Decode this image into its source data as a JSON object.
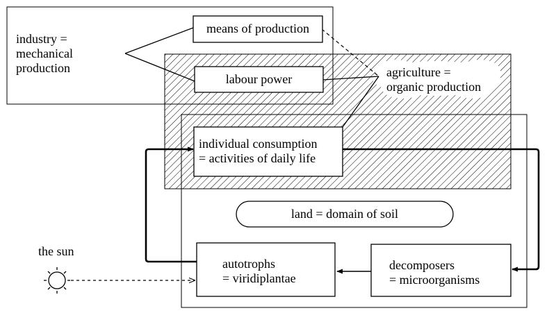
{
  "industry": {
    "line1": "industry =",
    "line2": "mechanical",
    "line3": "production"
  },
  "means_of_production": "means of production",
  "labour_power": "labour power",
  "agriculture": {
    "line1": "agriculture =",
    "line2": "organic production"
  },
  "individual_consumption": {
    "line1": "individual consumption",
    "line2": "= activities of daily life"
  },
  "land": "land = domain of soil",
  "sun": "the sun",
  "autotrophs": {
    "line1": "autotrophs",
    "line2": "= viridiplantae"
  },
  "decomposers": {
    "line1": "decomposers",
    "line2": "= microorganisms"
  }
}
